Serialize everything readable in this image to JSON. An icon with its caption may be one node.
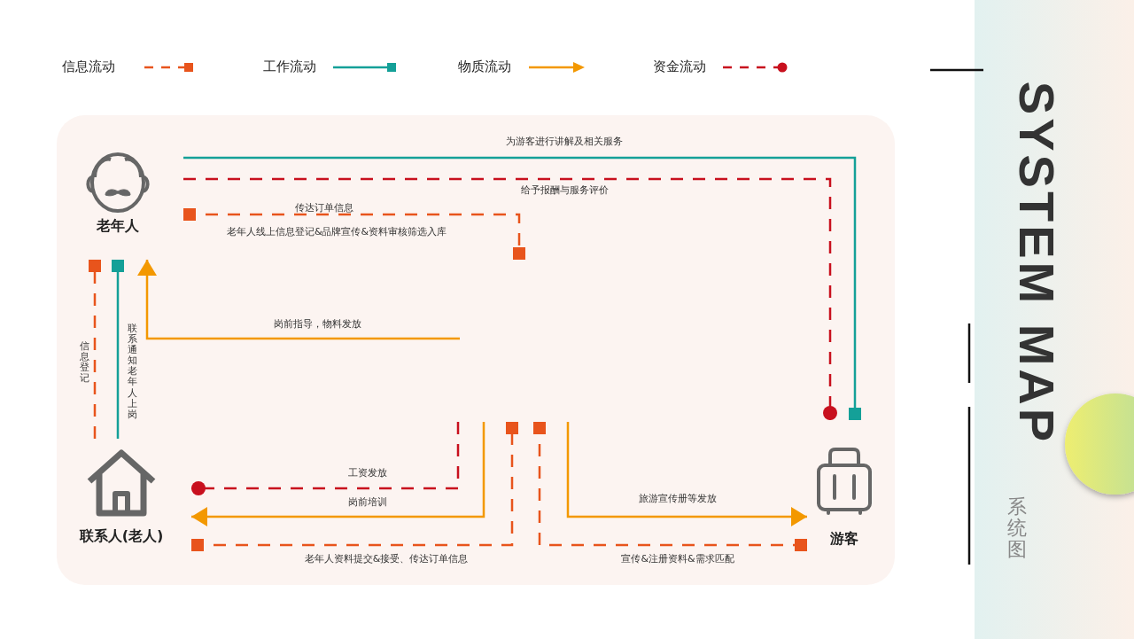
{
  "diagram": {
    "title": "SYSTEM MAP",
    "nodes": [
      {
        "text": [
          "老年人"
        ]
      },
      {
        "text": [
          "联系人(老人)"
        ]
      },
      {
        "text": [
          "游客"
        ]
      }
    ],
    "edges": [
      {
        "from": 0,
        "to": 2,
        "arrow": "other",
        "label": "为游客进行讲解及相关服务",
        "color": "#14a098"
      },
      {
        "from": 0,
        "to": 2,
        "arrow": "other",
        "label": "给予报酬与服务评价",
        "style": "dashed",
        "color": "#c8101e"
      },
      {
        "from": 0,
        "to": null,
        "arrow": "other",
        "label": "传达订单信息",
        "style": "dashed"
      },
      {
        "from": 1,
        "to": 0,
        "arrow": "other",
        "label": "信息登记",
        "style": "dashed"
      },
      {
        "from": 1,
        "to": 0,
        "arrow": "other",
        "label": "联系通知老年人上岗",
        "color": "#14a098"
      },
      {
        "from": null,
        "to": 0,
        "arrow": "to",
        "label": "岗前指导，物料发放",
        "color": "#f39800"
      },
      {
        "from": null,
        "to": 1,
        "arrow": "other",
        "label": "工资发放",
        "style": "dashed",
        "color": "#c8101e"
      },
      {
        "from": null,
        "to": 1,
        "arrow": "to",
        "label": "岗前培训",
        "color": "#f39800"
      },
      {
        "from": 1,
        "to": null,
        "arrow": "other",
        "label": "老年人资料提交&接受、传达订单信息",
        "style": "dashed"
      },
      {
        "from": null,
        "to": 2,
        "arrow": "other",
        "label": "宣传&注册资料&需求匹配",
        "style": "dashed"
      },
      {
        "from": null,
        "to": 2,
        "arrow": "to",
        "label": "旅游宣传册等发放",
        "color": "#f39800"
      }
    ],
    "labels": [
      "老年人线上信息登记&品牌宣传&资料审核筛选入库",
      "系统图"
    ],
    "legend": [
      {
        "text": "信息流动"
      },
      {
        "text": "工作流动"
      },
      {
        "text": "物质流动"
      },
      {
        "text": "资金流动"
      }
    ]
  }
}
